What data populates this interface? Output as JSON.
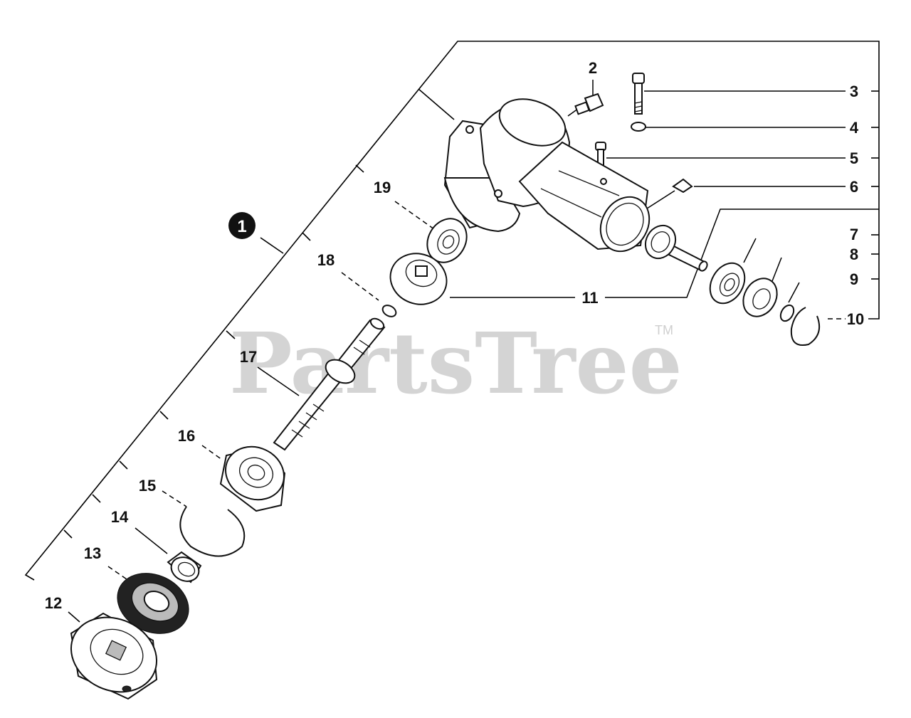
{
  "watermark": {
    "text": "PartsTree",
    "trademark": "TM"
  },
  "assembly_callout": "1",
  "part_labels": [
    "2",
    "3",
    "4",
    "5",
    "6",
    "7",
    "8",
    "9",
    "10",
    "11",
    "12",
    "13",
    "14",
    "15",
    "16",
    "17",
    "18",
    "19"
  ],
  "colors": {
    "ink": "#111111",
    "watermark": "#d4d4d4",
    "background": "#ffffff"
  }
}
